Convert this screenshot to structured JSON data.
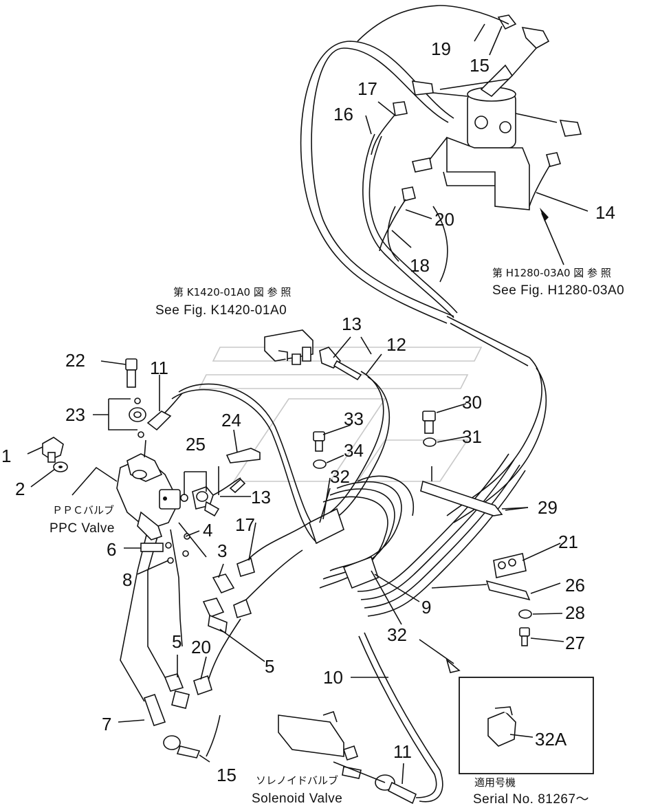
{
  "callouts": {
    "c1": "1",
    "c2": "2",
    "c3": "3",
    "c4": "4",
    "c5a": "5",
    "c5b": "5",
    "c6": "6",
    "c7": "7",
    "c8": "8",
    "c9": "9",
    "c10": "10",
    "c11a": "11",
    "c11b": "11",
    "c12": "12",
    "c13a": "13",
    "c13b": "13",
    "c14": "14",
    "c15a": "15",
    "c15b": "15",
    "c16": "16",
    "c17a": "17",
    "c17b": "17",
    "c18": "18",
    "c19": "19",
    "c20a": "20",
    "c20b": "20",
    "c21": "21",
    "c22": "22",
    "c23": "23",
    "c24": "24",
    "c25": "25",
    "c26": "26",
    "c27": "27",
    "c28": "28",
    "c29": "29",
    "c30": "30",
    "c31": "31",
    "c32a": "32",
    "c32b": "32",
    "c33": "33",
    "c34": "34",
    "c32A": "32A"
  },
  "notes": {
    "k_jp": "第 K1420-01A0 図 参 照",
    "k_en": "See Fig. K1420-01A0",
    "h_jp": "第 H1280-03A0 図 参 照",
    "h_en": "See Fig. H1280-03A0",
    "ppc_jp": "ＰＰＣバルブ",
    "ppc_en": "PPC Valve",
    "sol_jp": "ソレノイドバルブ",
    "sol_en": "Solenoid Valve",
    "serial_jp": "適用号機",
    "serial_en": "Serial  No. 81267～"
  }
}
